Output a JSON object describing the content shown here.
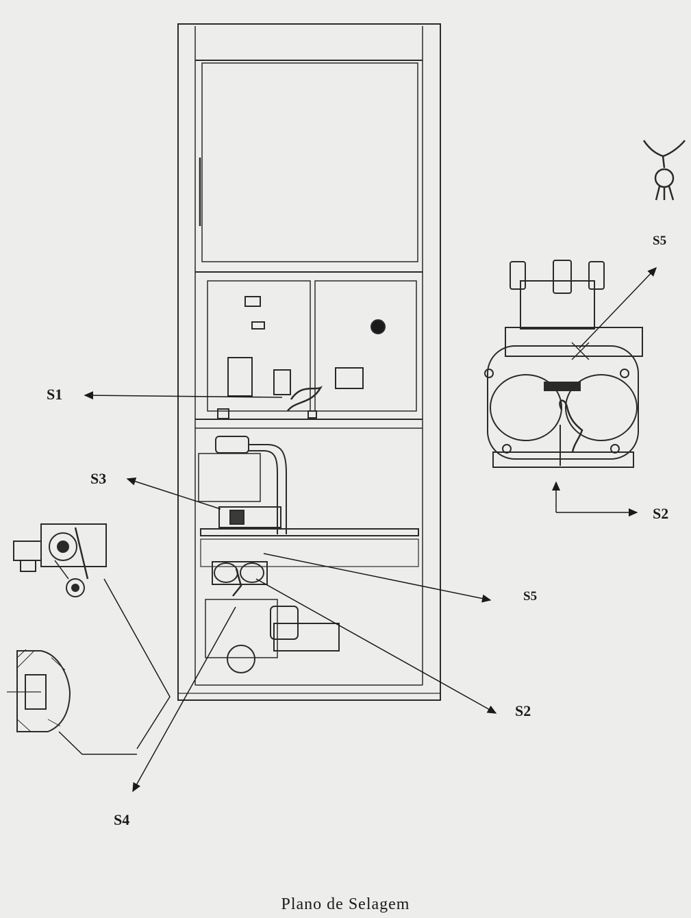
{
  "caption": "Plano de Selagem",
  "labels": {
    "s1": "S1",
    "s2_right": "S2",
    "s2_bottom": "S2",
    "s3": "S3",
    "s4": "S4",
    "s5_top": "S5",
    "s5_middle": "S5"
  },
  "colors": {
    "paper": "#ededeb",
    "ink": "#1a1a1a"
  }
}
